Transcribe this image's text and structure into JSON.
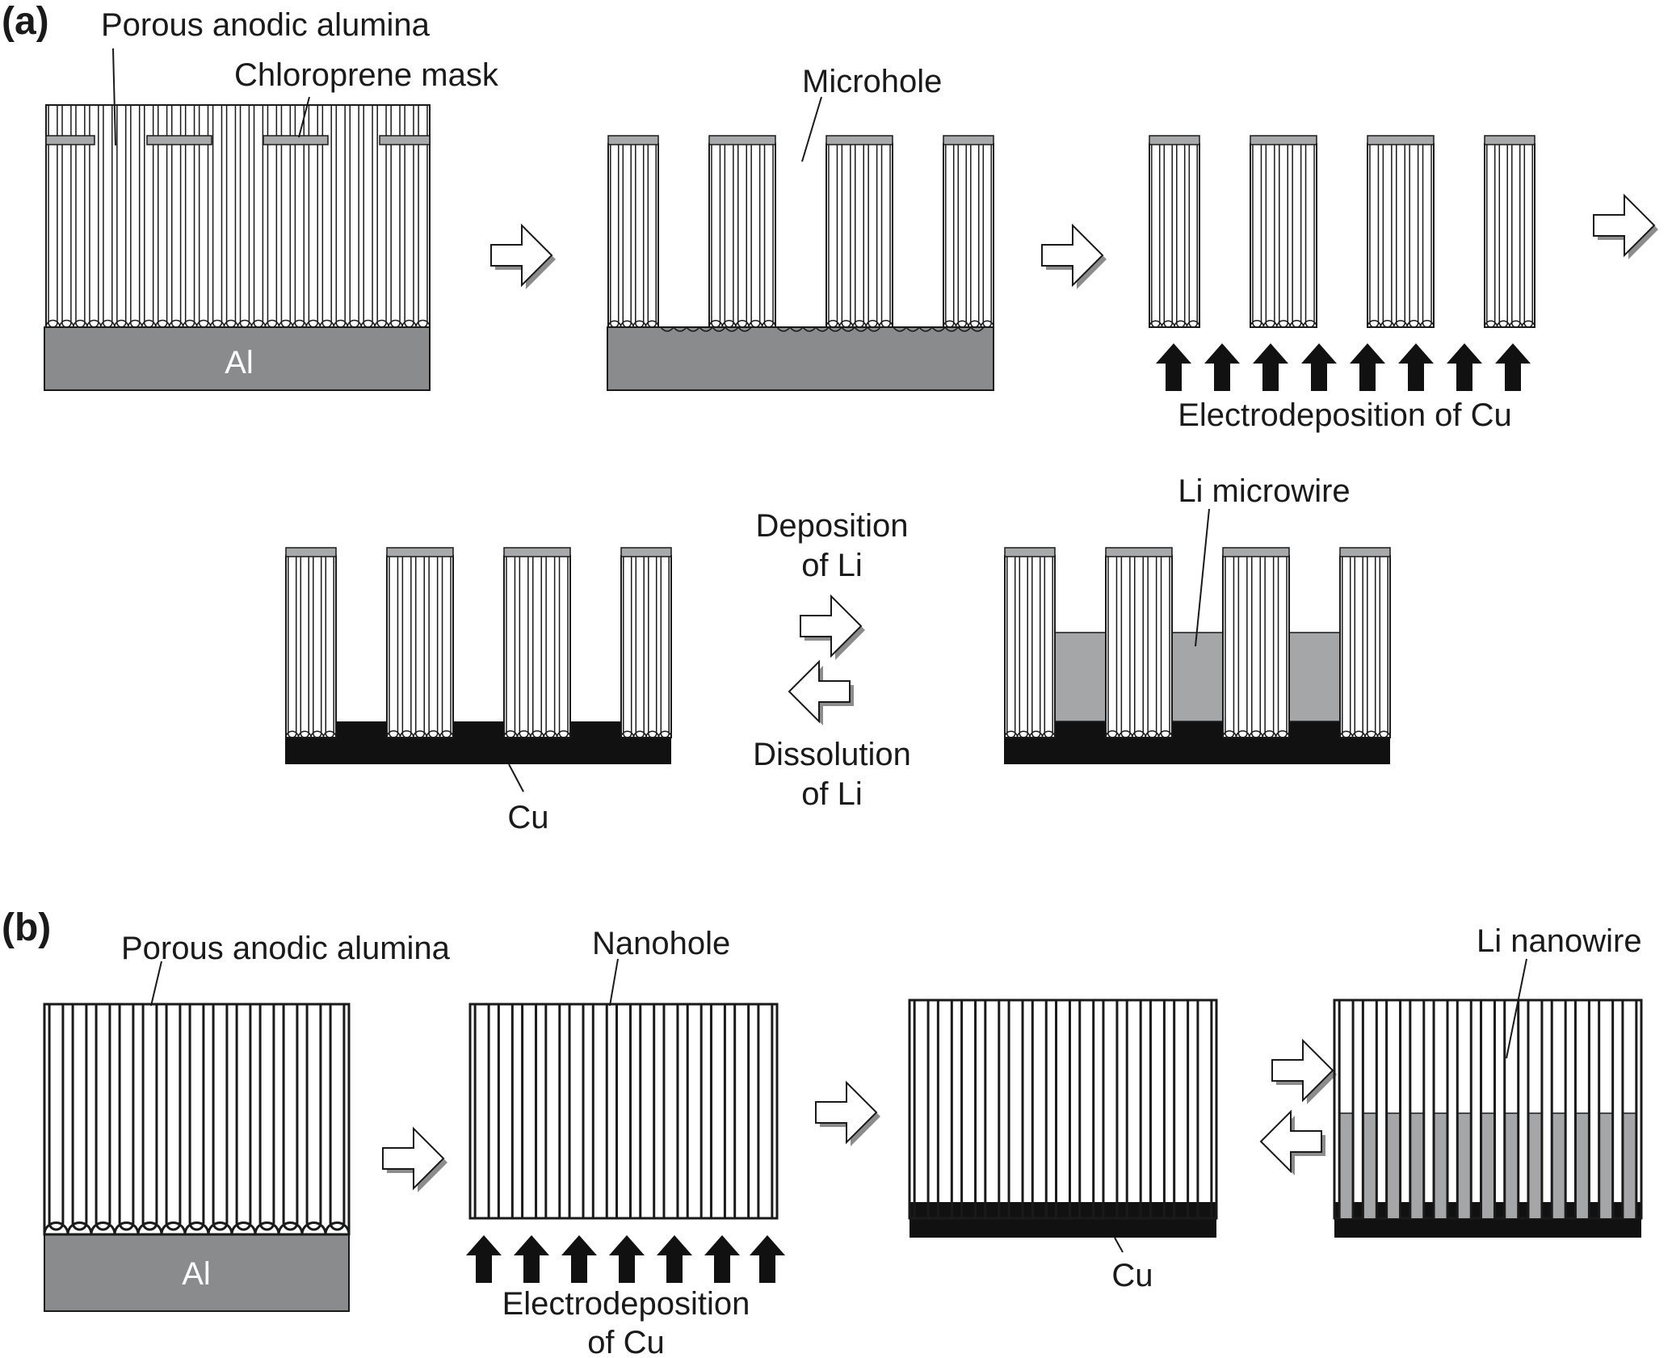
{
  "panel_a": {
    "tag": "(a)",
    "porous_label": "Porous anodic alumina",
    "mask_label": "Chloroprene mask",
    "al_label": "Al",
    "microhole_label": "Microhole",
    "electro_label": "Electrodeposition of Cu",
    "deposition_label_1": "Deposition",
    "deposition_label_2": "of Li",
    "dissolution_label_1": "Dissolution",
    "dissolution_label_2": "of Li",
    "cu_label": "Cu",
    "microwire_label": "Li microwire"
  },
  "panel_b": {
    "tag": "(b)",
    "porous_label": "Porous anodic alumina",
    "al_label": "Al",
    "nanohole_label": "Nanohole",
    "electro_label_1": "Electrodeposition",
    "electro_label_2": "of Cu",
    "cu_label": "Cu",
    "nanowire_label": "Li nanowire"
  },
  "colors": {
    "aluminum": "#8a8b8d",
    "mask": "#a8a9ab",
    "lithium": "#a5a6a8",
    "copper": "#111111",
    "outline": "#1a1a1a"
  }
}
